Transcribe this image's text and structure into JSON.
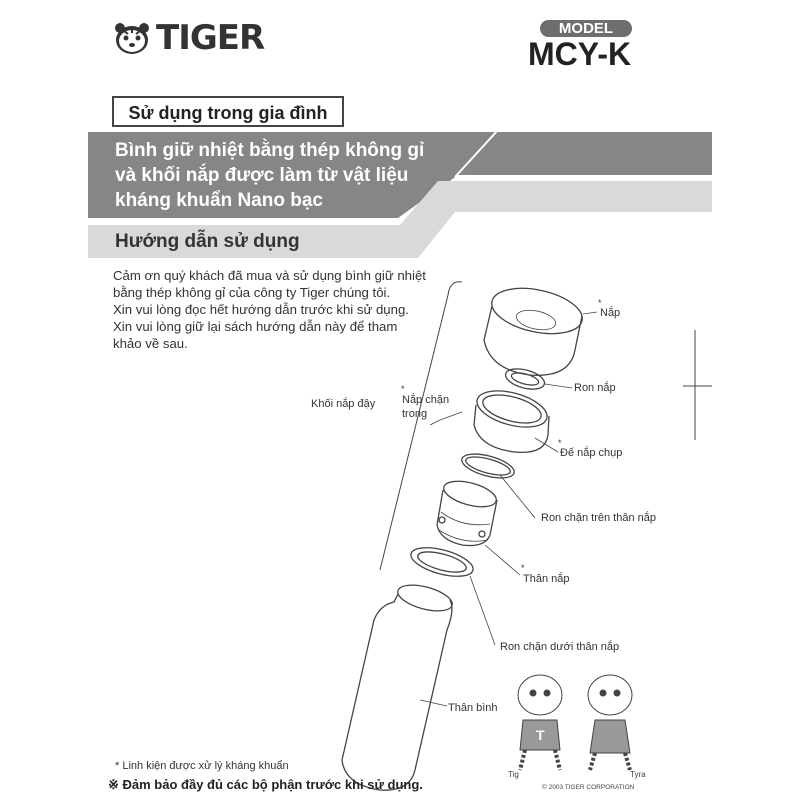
{
  "brand": {
    "logo_text": "TIGER",
    "logo_icon": "tiger-head-icon"
  },
  "model": {
    "label": "MODEL",
    "code": "MCY-K"
  },
  "usage_box": "Sử dụng trong gia đình",
  "banner": {
    "lines": [
      "Bình giữ nhiệt bằng thép không gỉ",
      "và khối nắp được làm từ vật liệu",
      "kháng khuẩn Nano bạc"
    ]
  },
  "guide_title": "Hướng dẫn sử dụng",
  "intro": [
    "Cảm ơn quý khách đã mua và sử dụng bình giữ nhiệt",
    "bằng thép không gỉ của công ty Tiger chúng tôi.",
    "Xin vui lòng đọc hết hướng dẫn trước khi sử dụng.",
    "Xin vui lòng giữ lại sách hướng dẫn này để tham",
    "khảo về sau."
  ],
  "parts": {
    "star": "*",
    "lid": "Nắp",
    "lid_gasket": "Ron nắp",
    "lid_assembly": "Khối nắp đậy",
    "inner_stopper": [
      "Nắp chặn",
      "trong"
    ],
    "cap_base": "Đế nắp chụp",
    "upper_gasket": "Ron chặn trên thân nắp",
    "lid_body": "Thân nắp",
    "lower_gasket": "Ron chặn dưới thân nắp",
    "bottle_body": "Thân bình"
  },
  "characters": {
    "left": "Tig",
    "right": "Tyra",
    "copyright": "© 2003 TIGER CORPORATION"
  },
  "notes": {
    "antibacterial": "* Linh kiện được xử lý kháng khuẩn",
    "ensure": "※ Đảm bảo đầy đủ các bộ phận trước khi sử dụng."
  }
}
